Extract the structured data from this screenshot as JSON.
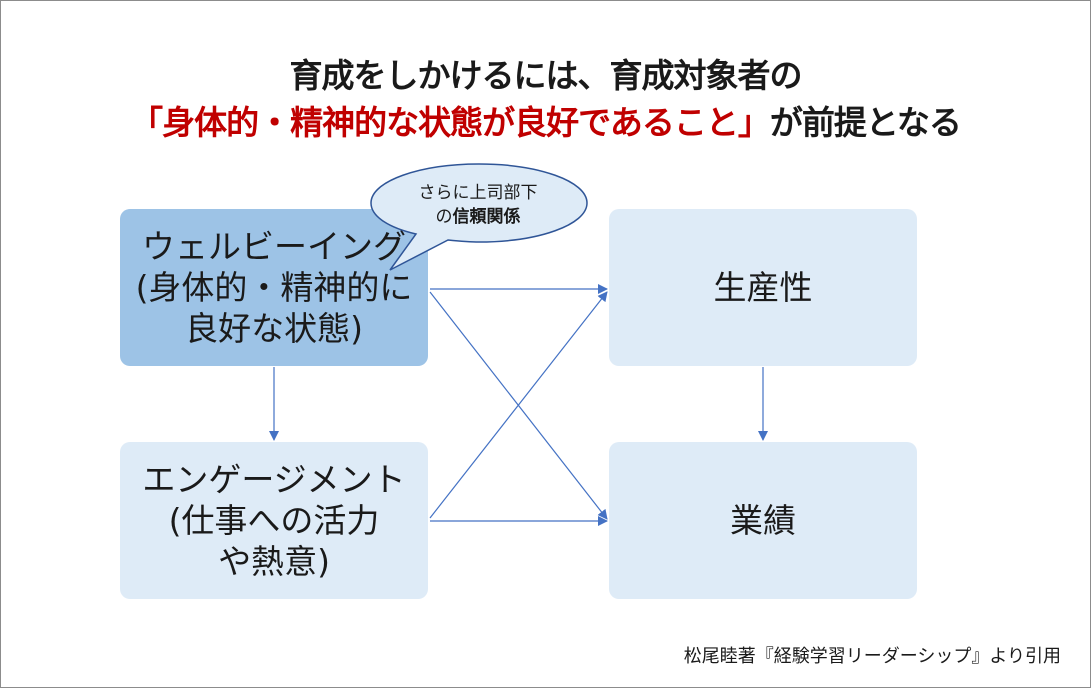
{
  "title": {
    "line1": "育成をしかけるには、育成対象者の",
    "line2_emphasis": "「身体的・精神的な状態が良好であること」",
    "line2_rest": "が前提となる"
  },
  "bubble": {
    "line1": "さらに上司部下",
    "line2_prefix": "の",
    "line2_bold": "信頼関係"
  },
  "boxes": {
    "wellbeing": [
      "ウェルビーイング",
      "(身体的・精神的に",
      "良好な状態)"
    ],
    "engagement": [
      "エンゲージメント",
      "(仕事への活力",
      "や熱意)"
    ],
    "productivity": [
      "生産性"
    ],
    "performance": [
      "業績"
    ]
  },
  "source": "松尾睦著『経験学習リーダーシップ』より引用",
  "colors": {
    "accent_red": "#c00000",
    "box_dark": "#9dc3e6",
    "box_light": "#deebf7",
    "arrow": "#4472c4"
  }
}
